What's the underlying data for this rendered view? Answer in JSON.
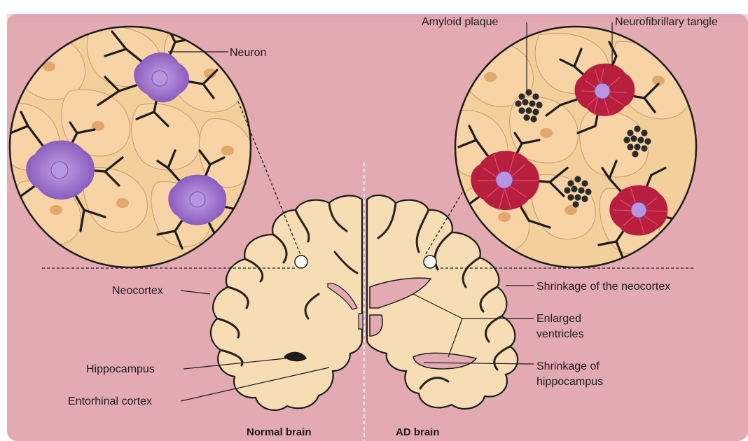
{
  "labels": {
    "neuron": "Neuron",
    "amyloid_plaque": "Amyloid plaque",
    "neurofibrillary_tangle": "Neurofibrillary tangle",
    "neocortex": "Neocortex",
    "hippocampus": "Hippocampus",
    "entorhinal_cortex": "Entorhinal cortex",
    "shrinkage_neocortex": "Shrinkage of the neocortex",
    "enlarged_ventricles_1": "Enlarged",
    "enlarged_ventricles_2": "ventricles",
    "shrinkage_hippocampus_1": "Shrinkage of",
    "shrinkage_hippocampus_2": "hippocampus"
  },
  "captions": {
    "normal": "Normal brain",
    "ad": "AD brain"
  },
  "colors": {
    "background": "#e3aab2",
    "brain_tissue": "#f7ddb4",
    "healthy_neuron": "#9a6cc8",
    "tangle_neuron": "#b81f3e",
    "plaque": "#2a2a2a"
  }
}
